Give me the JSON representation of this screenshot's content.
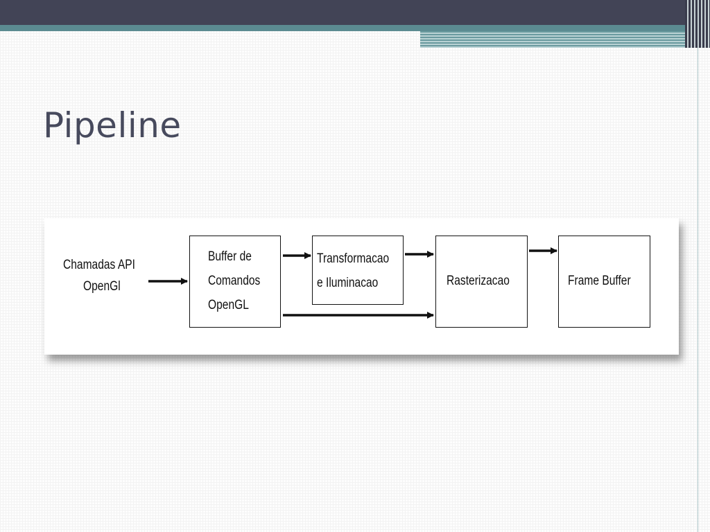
{
  "slide": {
    "title": "Pipeline"
  },
  "diagram": {
    "nodes": [
      {
        "id": "api",
        "lines": [
          "Chamadas API",
          "OpenGl"
        ],
        "boxed": false
      },
      {
        "id": "buffer",
        "lines": [
          "Buffer de",
          "Comandos",
          "OpenGL"
        ],
        "boxed": true
      },
      {
        "id": "transform",
        "lines": [
          "Transformacao",
          "e Iluminacao"
        ],
        "boxed": true
      },
      {
        "id": "raster",
        "lines": [
          "Rasterizacao"
        ],
        "boxed": true
      },
      {
        "id": "framebuffer",
        "lines": [
          "Frame Buffer"
        ],
        "boxed": true
      }
    ],
    "edges": [
      {
        "from": "api",
        "to": "buffer"
      },
      {
        "from": "buffer",
        "to": "transform"
      },
      {
        "from": "transform",
        "to": "raster"
      },
      {
        "from": "buffer",
        "to": "raster"
      },
      {
        "from": "raster",
        "to": "framebuffer"
      }
    ]
  }
}
